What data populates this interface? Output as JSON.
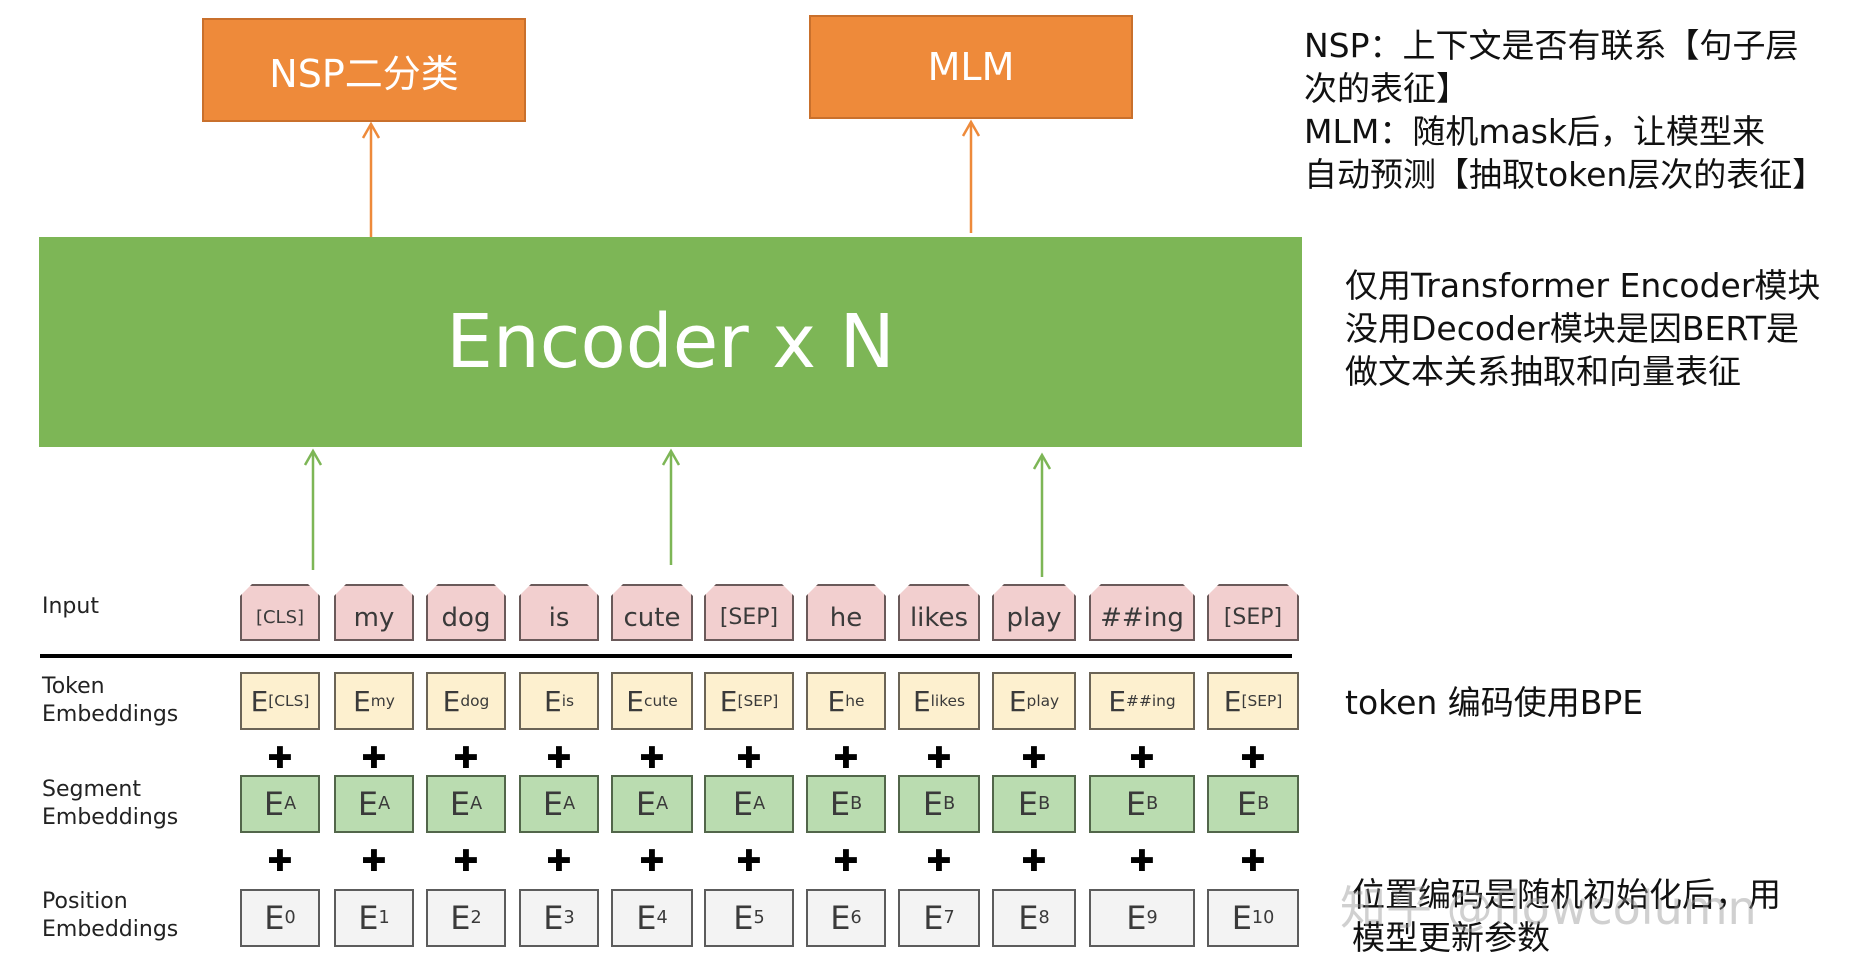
{
  "heads": {
    "nsp_label": "NSP二分类",
    "mlm_label": "MLM"
  },
  "encoder": {
    "label": "Encoder x N"
  },
  "notes": {
    "heads_note": [
      "NSP：上下文是否有联系【句子层",
      "次的表征】",
      "MLM：随机mask后，让模型来",
      "自动预测【抽取token层次的表征】"
    ],
    "encoder_note": [
      "仅用Transformer Encoder模块",
      "没用Decoder模块是因BERT是",
      "做文本关系抽取和向量表征"
    ],
    "token_note": "token 编码使用BPE",
    "position_note": [
      "位置编码是随机初始化后，用",
      "模型更新参数"
    ]
  },
  "row_labels": {
    "input": "Input",
    "token": [
      "Token",
      "Embeddings"
    ],
    "segment": [
      "Segment",
      "Embeddings"
    ],
    "position": [
      "Position",
      "Embeddings"
    ]
  },
  "tokens": [
    {
      "input": "[CLS]",
      "token_sub": "[CLS]",
      "segment_sub": "A",
      "position_sub": "0"
    },
    {
      "input": "my",
      "token_sub": "my",
      "segment_sub": "A",
      "position_sub": "1"
    },
    {
      "input": "dog",
      "token_sub": "dog",
      "segment_sub": "A",
      "position_sub": "2"
    },
    {
      "input": "is",
      "token_sub": "is",
      "segment_sub": "A",
      "position_sub": "3"
    },
    {
      "input": "cute",
      "token_sub": "cute",
      "segment_sub": "A",
      "position_sub": "4"
    },
    {
      "input": "[SEP]",
      "token_sub": "[SEP]",
      "segment_sub": "A",
      "position_sub": "5"
    },
    {
      "input": "he",
      "token_sub": "he",
      "segment_sub": "B",
      "position_sub": "6"
    },
    {
      "input": "likes",
      "token_sub": "likes",
      "segment_sub": "B",
      "position_sub": "7"
    },
    {
      "input": "play",
      "token_sub": "play",
      "segment_sub": "B",
      "position_sub": "8"
    },
    {
      "input": "##ing",
      "token_sub": "##ing",
      "segment_sub": "B",
      "position_sub": "9"
    },
    {
      "input": "[SEP]",
      "token_sub": "[SEP]",
      "segment_sub": "B",
      "position_sub": "10"
    }
  ],
  "embedding_letter": "E",
  "plus_symbol": "✚",
  "watermark": "知乎 @flowcolumn",
  "colors": {
    "head_orange": "#ee8a3a",
    "encoder_green": "#7db656",
    "input_pink": "#f2cfcf",
    "token_yellow": "#fdf0cf",
    "segment_green": "#badcb0",
    "position_gray": "#f3f3f3"
  }
}
